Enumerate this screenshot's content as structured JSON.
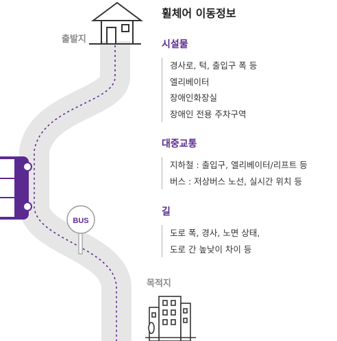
{
  "page": {
    "title": "휠체어 이동정보",
    "start_label": "출발지",
    "destination_label": "목적지",
    "bus_stop_label": "BUS"
  },
  "sections": [
    {
      "heading": "시설물",
      "items": [
        "경사로, 턱, 출입구 폭 등",
        "엘리베이터",
        "장애인화장실",
        "장애인 전용 주차구역"
      ]
    },
    {
      "heading": "대중교통",
      "items": [
        "지하철 : 출입구, 엘리베이터/리프트 등",
        "버스 : 저상버스 노선, 실시간 위치 등"
      ]
    },
    {
      "heading": "길",
      "items": [
        "도로 폭, 경사, 노면 상태,",
        "도로 간 높낮이 차이 등"
      ]
    }
  ],
  "colors": {
    "accent": "#5b2a91",
    "road": "#e6e6e6",
    "route_dots": "#5b2a91",
    "label_gray": "#8a8a8a"
  },
  "icons": [
    "house-icon",
    "bus-icon",
    "bus-stop-sign-icon",
    "building-icon"
  ]
}
